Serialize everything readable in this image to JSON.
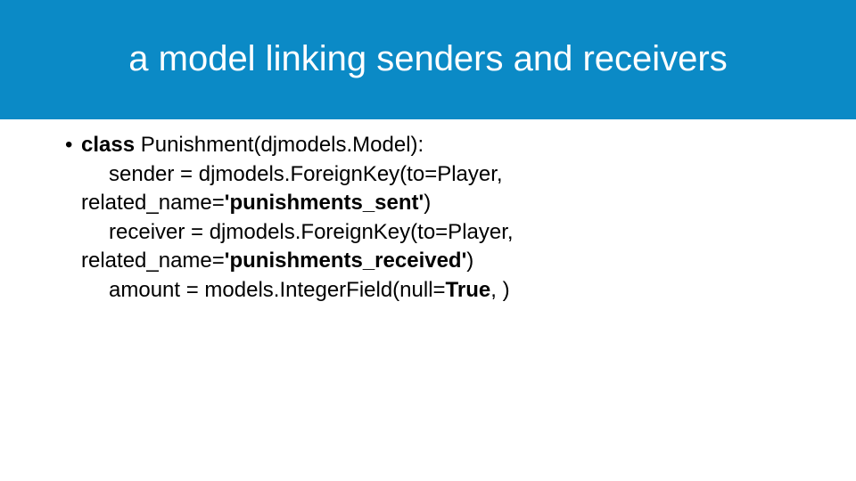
{
  "slide": {
    "title": "a model linking senders and receivers",
    "bullet_glyph": "•",
    "code": {
      "l1_kw": "class",
      "l1_rest": " Punishment(djmodels.Model):",
      "l2": "sender = djmodels.ForeignKey(to=Player,",
      "l3_pre": "related_name=",
      "l3_str": "'punishments_sent'",
      "l3_post": ")",
      "l4": "receiver = djmodels.ForeignKey(to=Player,",
      "l5_pre": "related_name=",
      "l5_str": "'punishments_received'",
      "l5_post": ")",
      "l6_pre": "amount = models.IntegerField(null=",
      "l6_kw": "True",
      "l6_post": ", )"
    },
    "colors": {
      "header_band": "#0b8ac6",
      "title_text": "#ffffff",
      "body_text": "#000000"
    }
  }
}
